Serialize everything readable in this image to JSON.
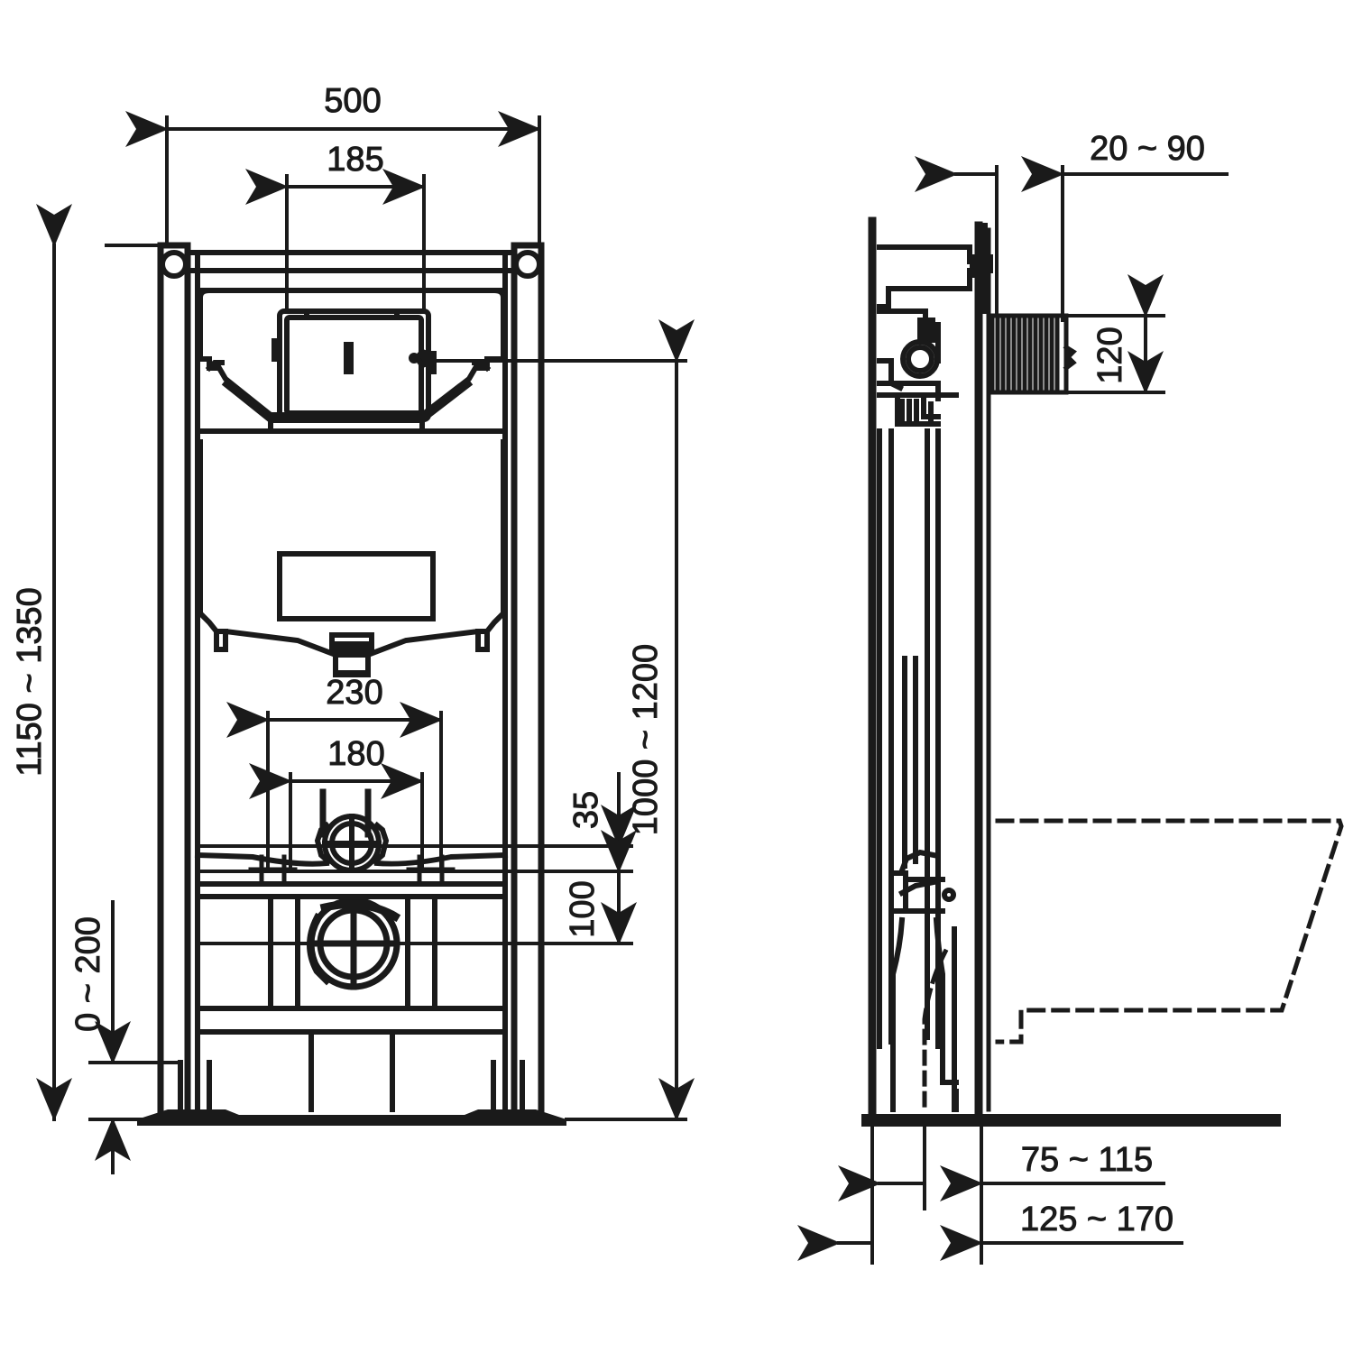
{
  "drawing": {
    "title": "Wall-hung WC installation frame — dimensioned technical drawing",
    "units": "mm",
    "line_color": "#1a1a1a",
    "background_color": "#ffffff",
    "views": [
      {
        "name": "front-elevation",
        "position": "left"
      },
      {
        "name": "side-section",
        "position": "right"
      }
    ]
  },
  "dimensions": {
    "front": {
      "overall_width": "500",
      "top_bracket_width": "185",
      "overall_height_range": "1150 ~ 1350",
      "floor_offset_range": "0 ~ 200",
      "bolt_spacing_outer": "230",
      "bolt_spacing_inner": "180",
      "seat_height_range": "1000 ~ 1200",
      "waste_offset_small": "35",
      "waste_offset_large": "100"
    },
    "side": {
      "flush_plate_projection": "20 ~ 90",
      "flush_plate_height": "120",
      "waste_outlet_depth": "75 ~ 115",
      "frame_total_depth": "125 ~ 170"
    }
  }
}
